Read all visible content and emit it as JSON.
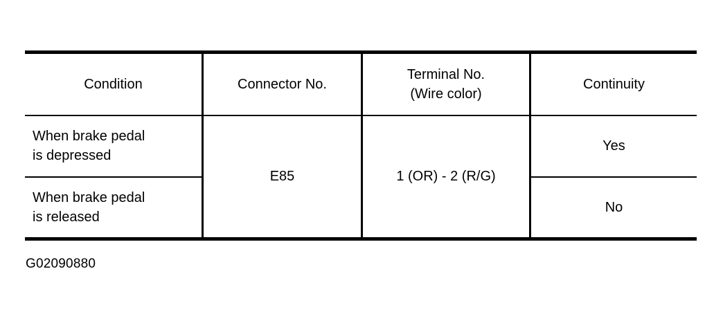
{
  "figure": {
    "caption": "G02090880"
  },
  "table": {
    "name": "brake-switch-continuity-table",
    "headers": [
      "Condition",
      "Connector No.",
      "Terminal No.\n(Wire color)",
      "Continuity"
    ],
    "header_parts": {
      "terminal_line1": "Terminal No.",
      "terminal_line2": "(Wire color)"
    },
    "rows": [
      {
        "condition": "When brake pedal\nis depressed",
        "condition_line1": "When brake pedal",
        "condition_line2": "is depressed",
        "connector_no": "E85",
        "terminal_no": "1 (OR) - 2 (R/G)",
        "continuity": "Yes"
      },
      {
        "condition": "When brake pedal\nis released",
        "condition_line1": "When brake pedal",
        "condition_line2": "is released",
        "connector_no": "E85",
        "terminal_no": "1 (OR) - 2 (R/G)",
        "continuity": "No"
      }
    ],
    "merged": {
      "connector_no": "E85",
      "terminal_no": "1 (OR) - 2 (R/G)"
    },
    "colors": {
      "rule": "#000000",
      "text": "#000000",
      "background": "#ffffff"
    }
  }
}
